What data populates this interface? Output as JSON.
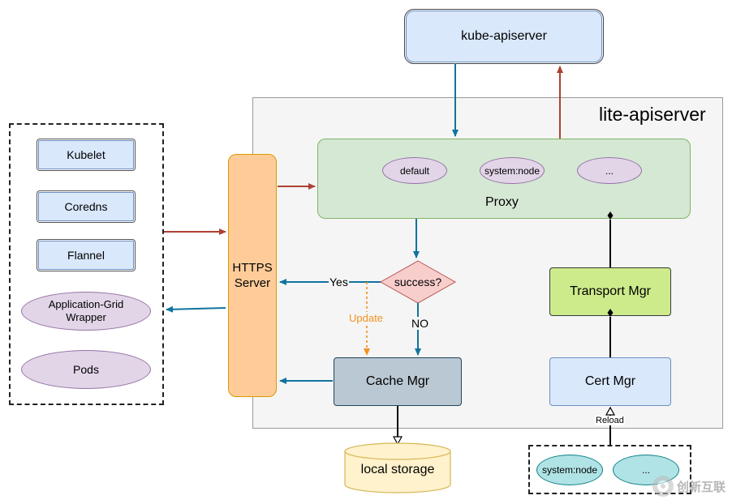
{
  "kube_apiserver": "kube-apiserver",
  "lite_apiserver": "lite-apiserver",
  "clients": {
    "kubelet": "Kubelet",
    "coredns": "Coredns",
    "flannel": "Flannel",
    "app_grid": "Application-Grid Wrapper",
    "pods": "Pods"
  },
  "https_server": "HTTPS Server",
  "proxy": {
    "label": "Proxy",
    "items": [
      "default",
      "system:node",
      "..."
    ]
  },
  "decision": "success?",
  "edge_labels": {
    "yes": "Yes",
    "no": "NO",
    "update": "Update",
    "reload": "Reload"
  },
  "transport_mgr": "Transport Mgr",
  "cert_mgr": "Cert Mgr",
  "cache_mgr": "Cache Mgr",
  "local_storage": "local storage",
  "cert_sources": [
    "system:node",
    "..."
  ],
  "watermark": "创新互联",
  "colors": {
    "red_arrow": "#ae4132",
    "teal_arrow": "#10739e",
    "orange_dashed": "#f2931e"
  }
}
